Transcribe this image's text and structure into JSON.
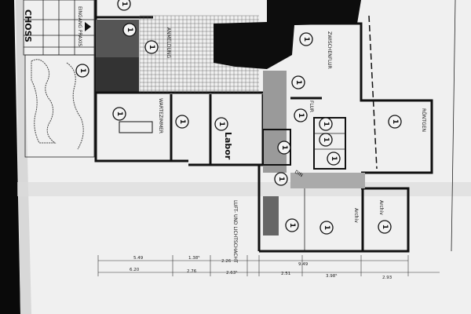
{
  "plan": {
    "floor_title_fragment": "CHOSS",
    "labels": {
      "entrance": "EINGANG PRAXIS",
      "reception": "ANMELDUNG",
      "waiting": "WARTEZIMMER",
      "lab": "Labor",
      "hallway": "ZWISCHENFLUR",
      "corridor": "FLUR",
      "xray": "RÖNTGEN",
      "shaft": "LUFT- UND LICHTSCHACHT",
      "archive": "Archiv",
      "archive2": "Archiv",
      "din": "DIN"
    },
    "room_marker": "1",
    "dimensions_row1": [
      "5.49",
      "1.38⁵",
      "2.26",
      "9.49"
    ],
    "dimensions_row2": [
      "6.20",
      "2.76",
      "2.63⁵",
      "2.51",
      "3.98⁵",
      "2.93"
    ],
    "colors": {
      "paper": "#f2f2f2",
      "ink": "#111111",
      "background": "#0a0a0a"
    }
  }
}
